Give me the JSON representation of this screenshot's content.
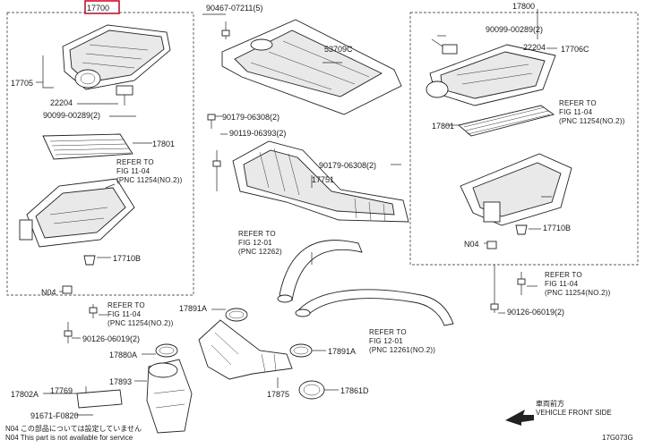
{
  "main_assembly": {
    "left": "17700",
    "right": "17800"
  },
  "labels": {
    "p90467": "90467-07211(5)",
    "p53709c": "53709C",
    "p17705": "17705",
    "p22204_l": "22204",
    "p90099_l": "90099-00289(2)",
    "p90179_a": "90179-06308(2)",
    "p90119": "90119-06393(2)",
    "p17801_l": "17801",
    "p90179_b": "90179-06308(2)",
    "p17751": "17751",
    "p17710b_l": "17710B",
    "p17710b_r": "17710B",
    "n04_l": "N04",
    "n04_r": "N04",
    "p90099_r": "90099-00289(2)",
    "p22204_r": "22204",
    "p17706c": "17706C",
    "p17801_r": "17801",
    "p17891a_top": "17891A",
    "p17891a_bot": "17891A",
    "p90126_l": "90126-06019(2)",
    "p90126_r": "90126-06019(2)",
    "p17880a": "17880A",
    "p17893": "17893",
    "p17875": "17875",
    "p17861d": "17861D",
    "p17802a": "17802A",
    "p17769": "17769",
    "p91671": "91671-F0820"
  },
  "refs": {
    "r1": {
      "l1": "REFER TO",
      "l2": "FIG 11-04",
      "l3": "(PNC 11254(NO.2))"
    },
    "r2": {
      "l1": "REFER TO",
      "l2": "FIG 12-01",
      "l3": "(PNC 12262)"
    },
    "r3": {
      "l1": "REFER TO",
      "l2": "FIG 11-04",
      "l3": "(PNC 11254(NO.2))"
    },
    "r4": {
      "l1": "REFER TO",
      "l2": "FIG 12-01",
      "l3": "(PNC 12261(NO.2))"
    },
    "r5": {
      "l1": "REFER TO",
      "l2": "FIG 11-04",
      "l3": "(PNC 11254(NO.2))"
    },
    "r6": {
      "l1": "REFER TO",
      "l2": "FIG 11-04",
      "l3": "(PNC 11254(NO.2))"
    }
  },
  "vehicle_front": {
    "jp": "車両前方",
    "en": "VEHICLE FRONT SIDE"
  },
  "footnote": {
    "jp": "N04 この部品については設定していません",
    "en": "N04 This part is not available for service"
  },
  "figure_code": "17G073G"
}
